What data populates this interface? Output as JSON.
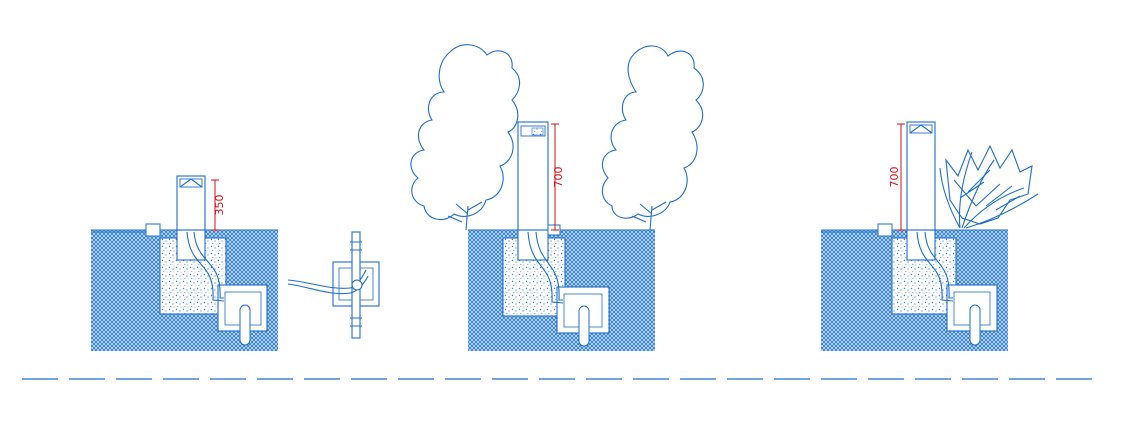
{
  "dimensions": {
    "left_bollard_height": "350",
    "center_bollard_height": "700",
    "right_bollard_height": "700"
  },
  "colors": {
    "line": "#1f6fc7",
    "soil_fill": "#2f7fd8",
    "dimension": "#d0101a",
    "background": "#ffffff"
  }
}
